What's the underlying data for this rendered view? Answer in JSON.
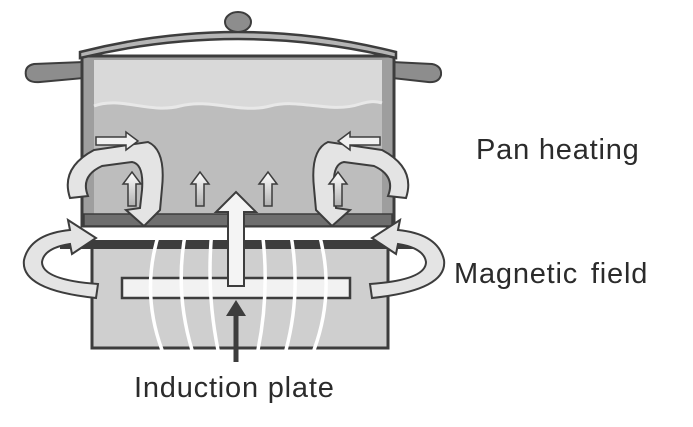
{
  "labels": {
    "pan_heating": "Pan heating",
    "magnetic_field": "Magnetic field",
    "induction_plate": "Induction plate"
  },
  "colors": {
    "outline": "#3d3d3d",
    "pan_body": "#a3a3a3",
    "water": "#bdbdbd",
    "cooktop": "#cfcfcf",
    "arrow_fill": "#e4e4e4",
    "coil": "#f2f2f2",
    "field_lines": "#ffffff",
    "background": "#ffffff"
  }
}
